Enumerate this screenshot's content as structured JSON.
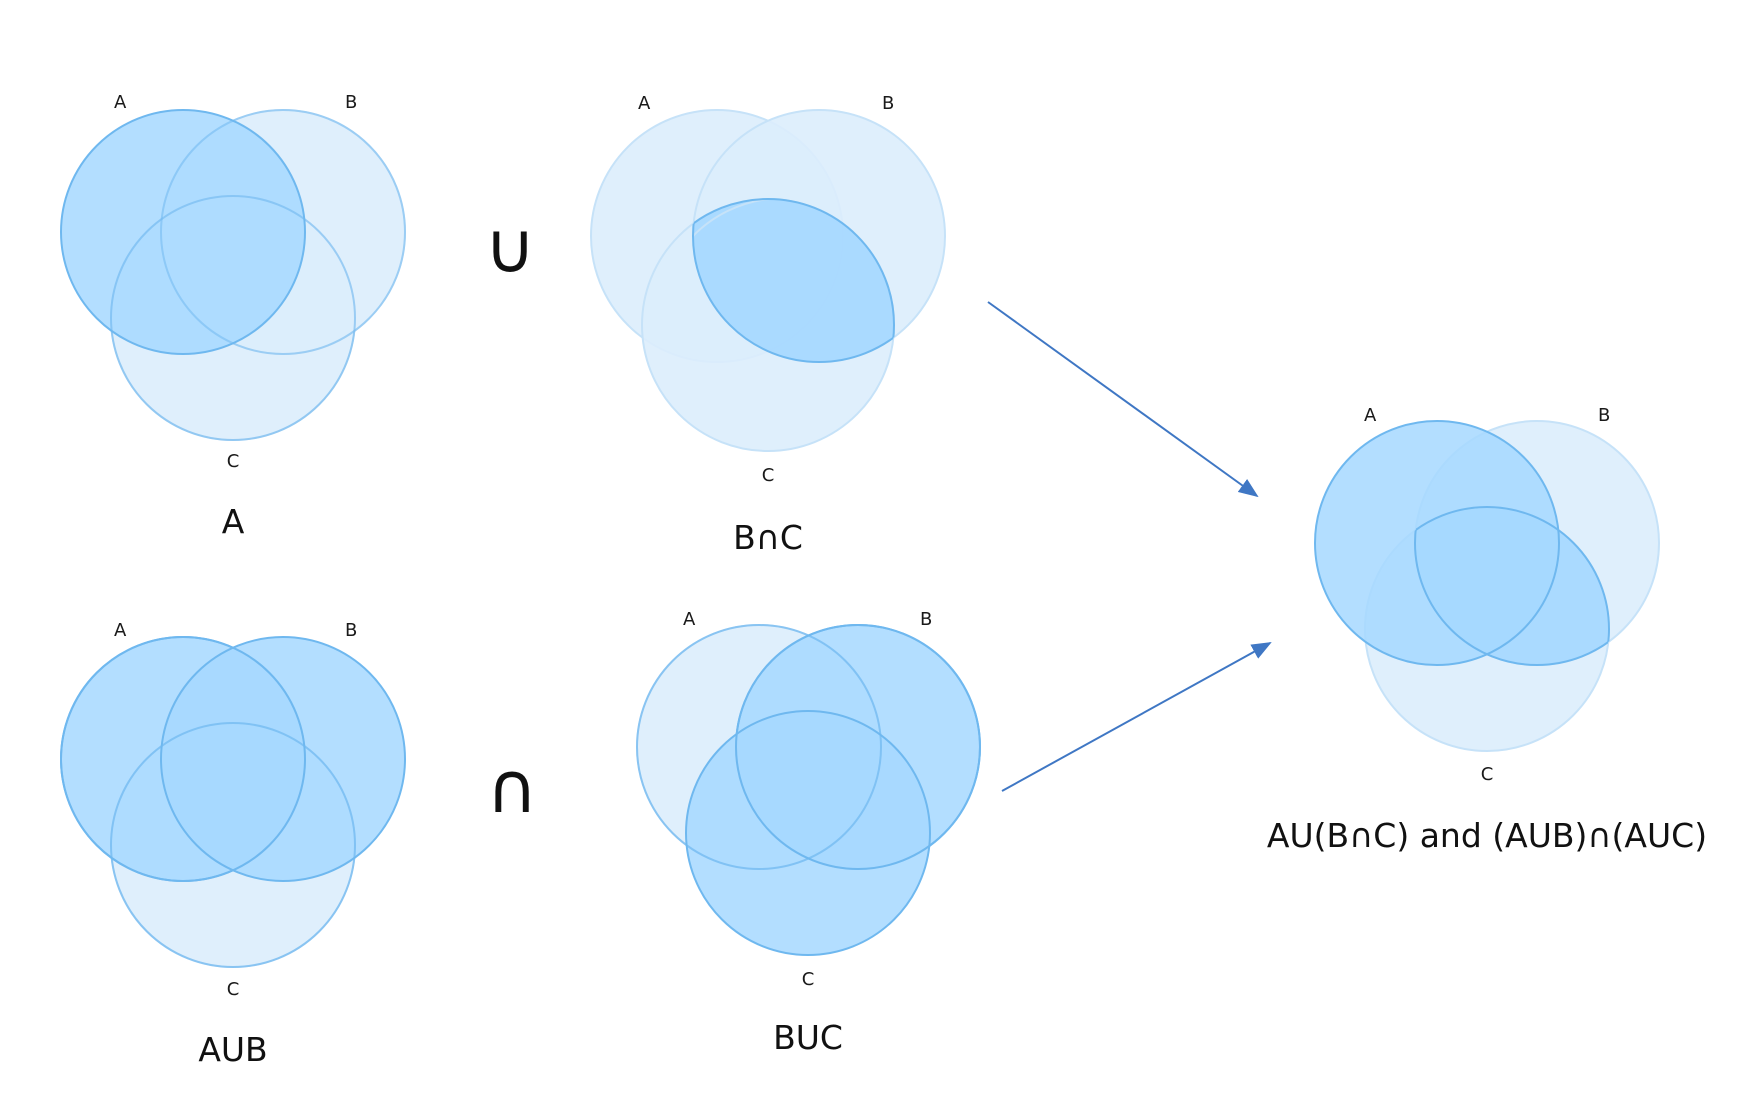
{
  "colors": {
    "highlight_fill": "#a6d8ff",
    "faded_fill": "#dcedfc",
    "highlight_stroke": "#6fb8ef",
    "faded_stroke": "#c6e2f8",
    "arrow": "#3f77c4"
  },
  "set_labels": {
    "a": "A",
    "b": "B",
    "c": "C"
  },
  "diagrams": [
    {
      "caption": "A",
      "highlight": [
        "A"
      ]
    },
    {
      "caption": "B∩C",
      "highlight": [
        "B",
        "C"
      ]
    },
    {
      "caption": "AUB",
      "highlight": [
        "A",
        "B"
      ]
    },
    {
      "caption": "BUC",
      "highlight": [
        "B",
        "C"
      ]
    },
    {
      "caption": "AU(B∩C) and (AUB)∩(AUC)",
      "highlight": [
        "A",
        "B",
        "C"
      ]
    }
  ],
  "operators": {
    "union": "∪",
    "intersection": "∩"
  }
}
